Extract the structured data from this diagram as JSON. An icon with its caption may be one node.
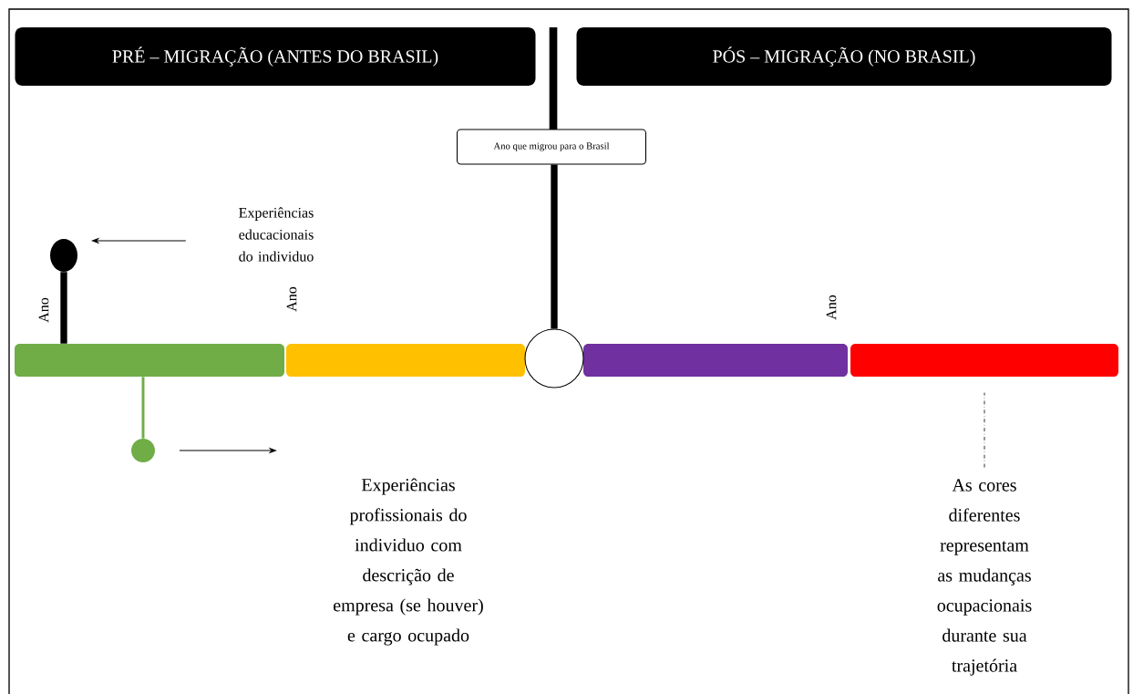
{
  "diagram": {
    "nodes": [
      {
        "text": [
          "PRÉ – MIGRAÇÃO  (ANTES  DO BRASIL)"
        ]
      },
      {
        "text": [
          "PÓS – MIGRAÇÃO  (NO BRASIL)"
        ]
      },
      {
        "text": [
          "Ano que migrou para o Brasil"
        ]
      },
      {
        "text": [
          "Experiências educacionais do individuo"
        ]
      },
      {
        "text": [],
        "shape": "circle"
      },
      {
        "text": [],
        "shape": "bar"
      },
      {
        "text": [],
        "shape": "bar"
      },
      {
        "text": [],
        "shape": "circle"
      },
      {
        "text": [],
        "shape": "bar"
      },
      {
        "text": [],
        "shape": "bar"
      },
      {
        "text": [],
        "shape": "circle"
      },
      {
        "text": [
          "Experiências profissionais do individuo com descrição de empresa (se houver) e cargo ocupado"
        ]
      },
      {
        "text": [
          "As cores diferentes representam as mudanças ocupacionais durante sua trajetória"
        ]
      }
    ],
    "edges": [
      {
        "from": 3,
        "to": 4,
        "arrow": "to"
      },
      {
        "from": 10,
        "to": 11,
        "arrow": "to"
      },
      {
        "from": 12,
        "to": 9,
        "arrow": "none",
        "style": "dashed"
      },
      {
        "from": 4,
        "to": 5,
        "arrow": "none",
        "style": "thick"
      },
      {
        "from": 5,
        "to": 10,
        "arrow": "none",
        "color": "#70ad47"
      },
      {
        "from": 2,
        "to": 7,
        "arrow": "none",
        "style": "thick"
      }
    ],
    "labels": [
      "Ano",
      "Ano",
      "Ano"
    ]
  }
}
